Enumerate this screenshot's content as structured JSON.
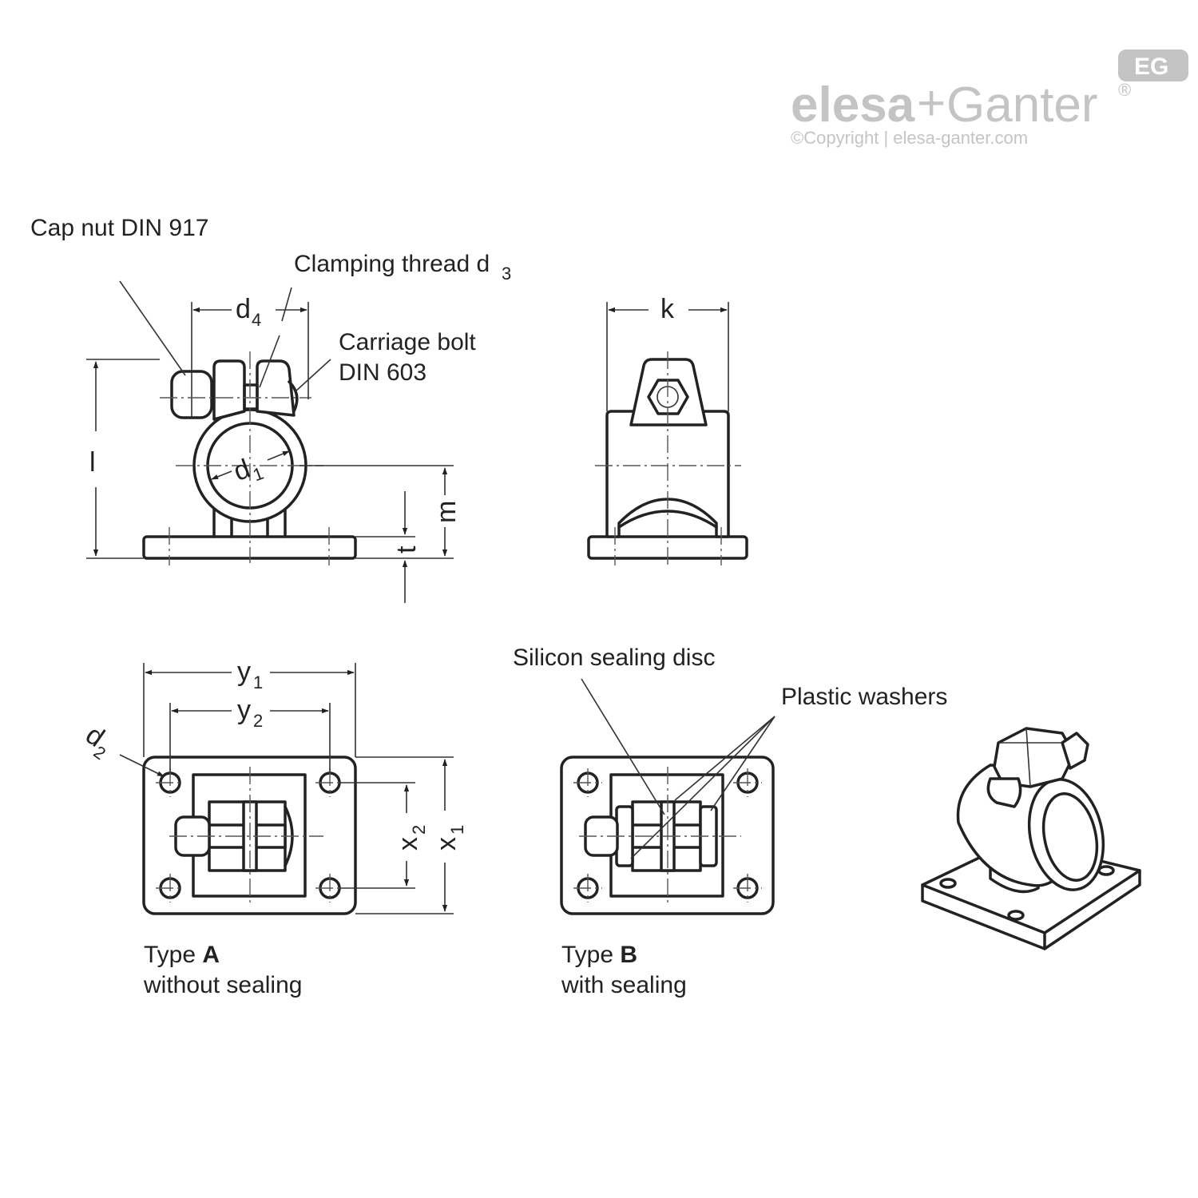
{
  "brand": {
    "name_left": "elesa",
    "plus": "+",
    "name_right": "Ganter",
    "registered": "®",
    "badge": "EG",
    "copyright": "©Copyright | elesa-ganter.com",
    "color": "#c4c4c4"
  },
  "labels": {
    "cap_nut": "Cap nut DIN 917",
    "clamping_thread": "Clamping thread d",
    "clamping_thread_sub": "3",
    "carriage_bolt_line1": "Carriage bolt",
    "carriage_bolt_line2": "DIN 603",
    "silicon_disc": "Silicon sealing disc",
    "plastic_washers": "Plastic washers"
  },
  "dimensions": {
    "d4": {
      "base": "d",
      "sub": "4"
    },
    "d1": {
      "base": "d",
      "sub": "1"
    },
    "d2": {
      "base": "d",
      "sub": "2"
    },
    "l": "l",
    "m": "m",
    "t": "t",
    "k": "k",
    "y1": {
      "base": "y",
      "sub": "1"
    },
    "y2": {
      "base": "y",
      "sub": "2"
    },
    "x1": {
      "base": "x",
      "sub": "1"
    },
    "x2": {
      "base": "x",
      "sub": "2"
    }
  },
  "types": {
    "a": {
      "prefix": "Type ",
      "letter": "A",
      "desc": "without sealing"
    },
    "b": {
      "prefix": "Type ",
      "letter": "B",
      "desc": "with sealing"
    }
  }
}
